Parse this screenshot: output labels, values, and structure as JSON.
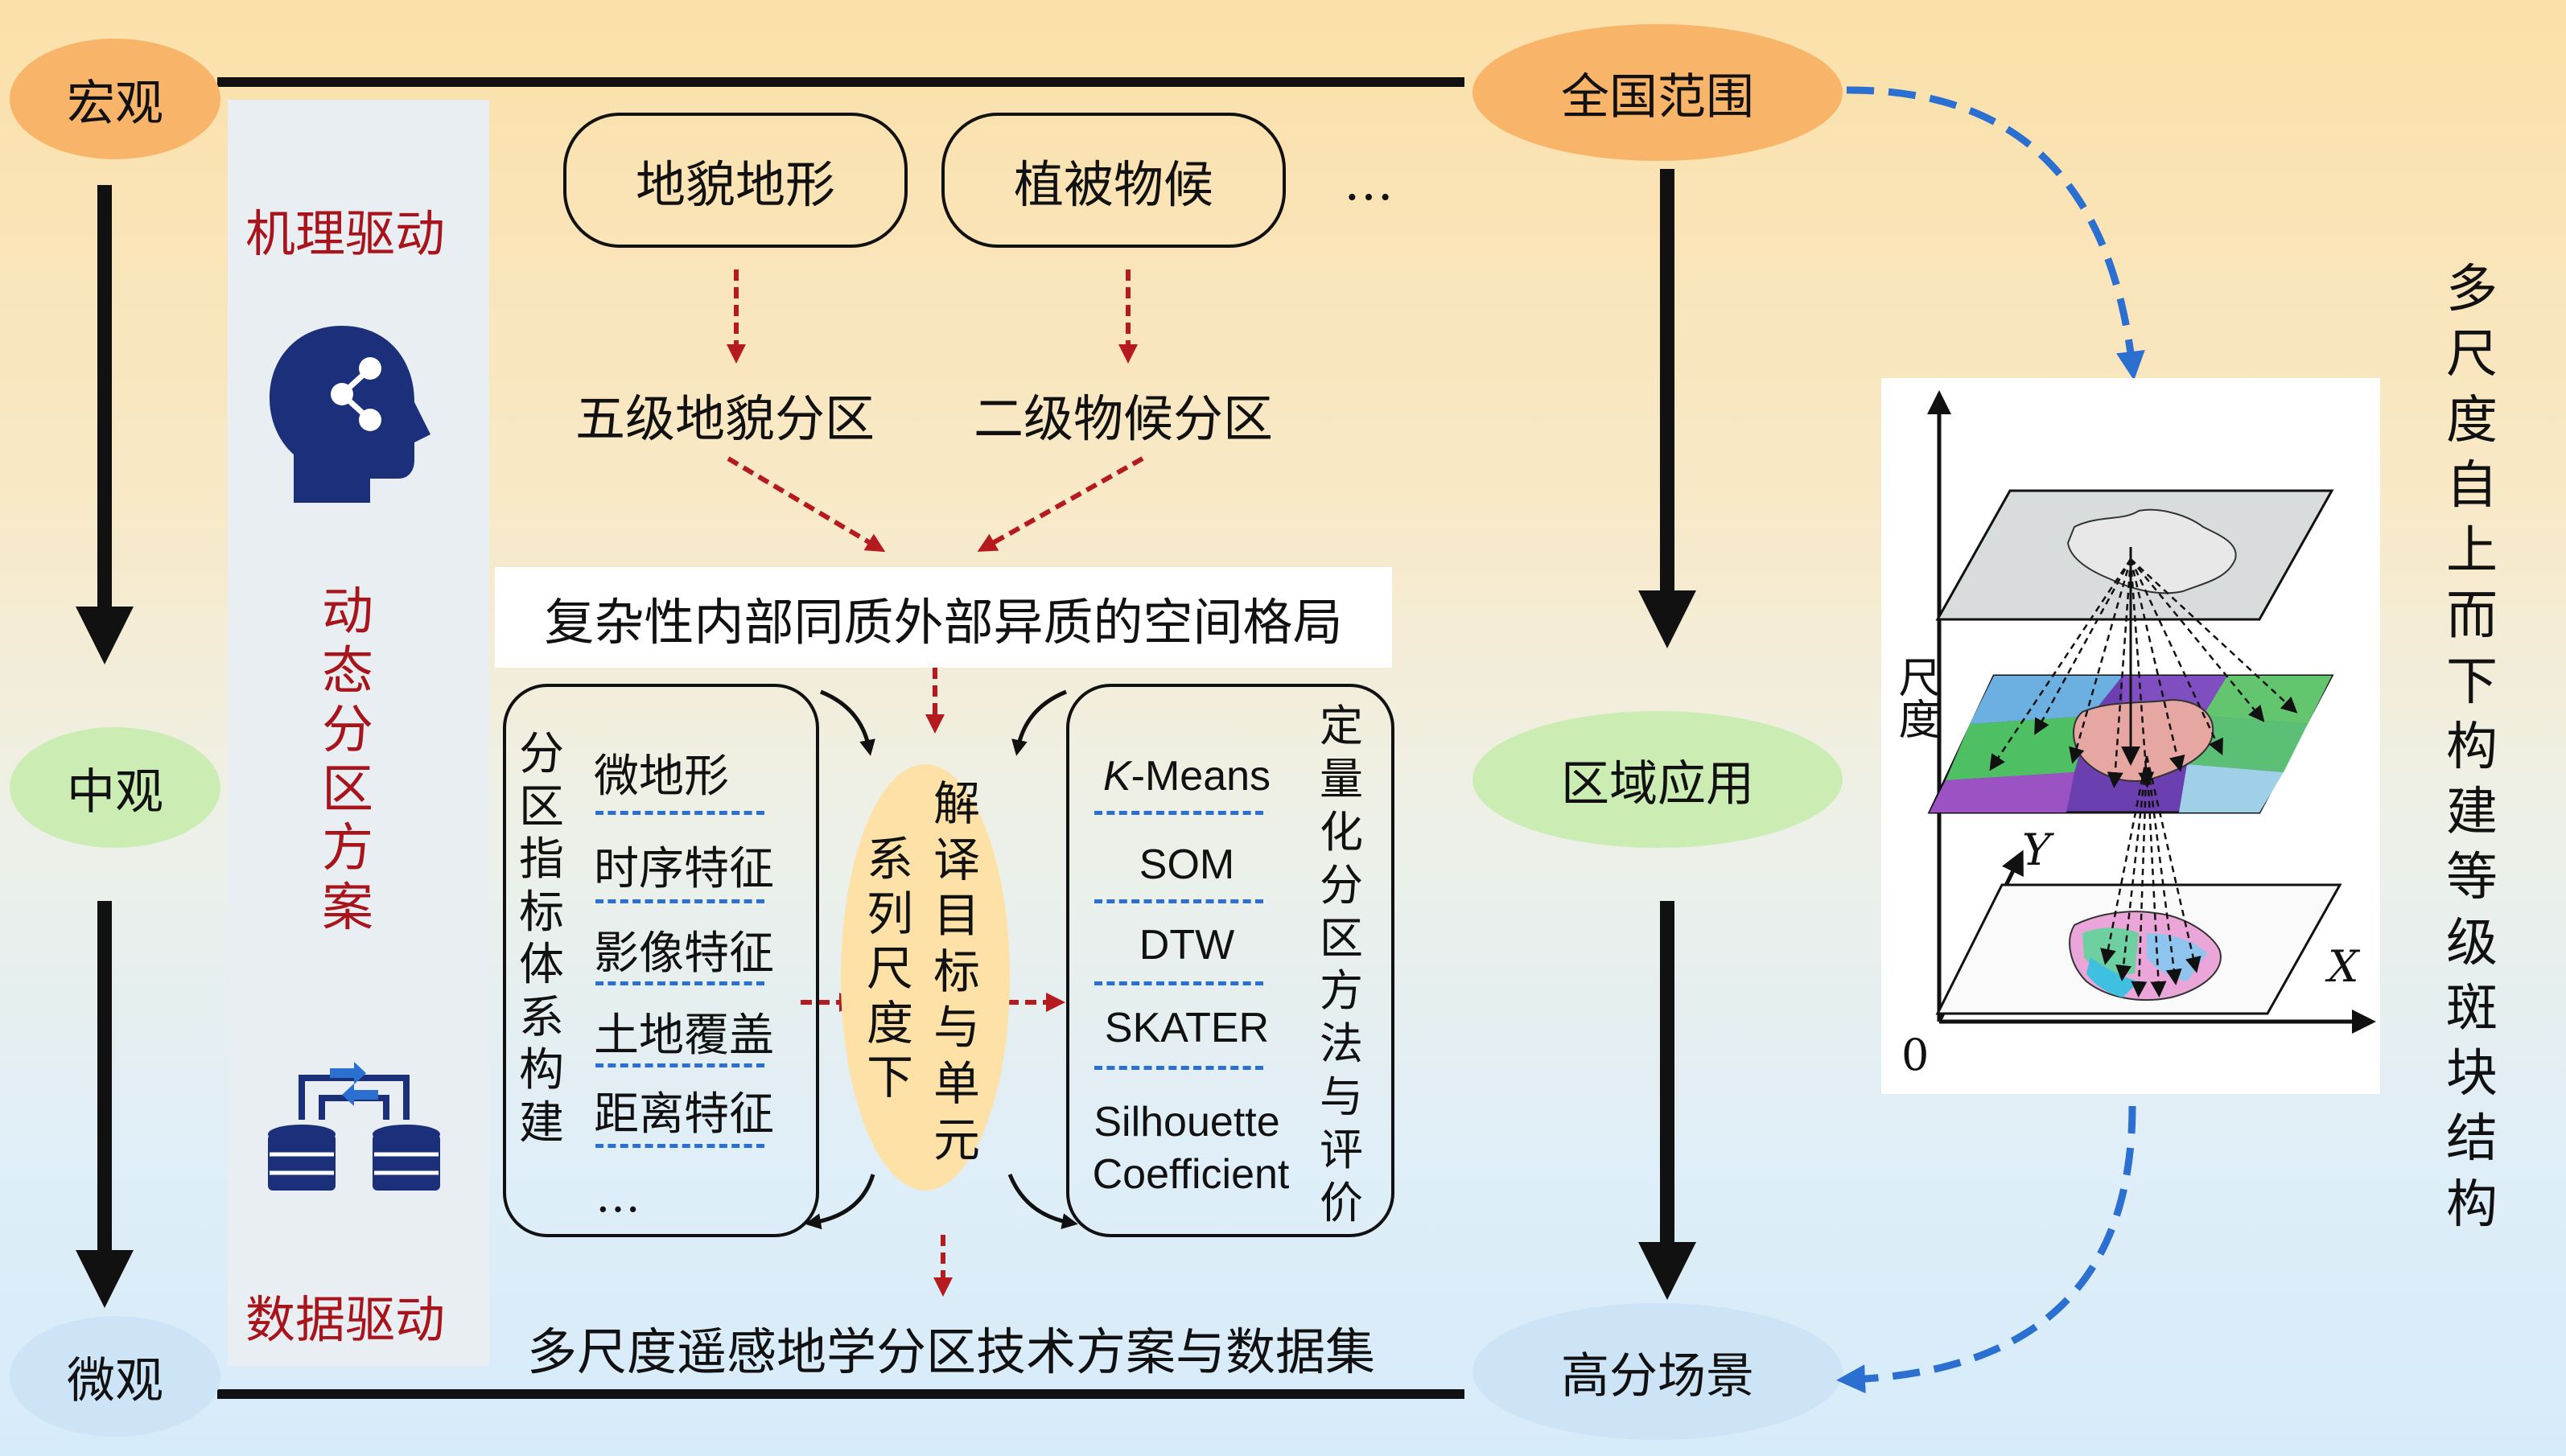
{
  "scales": {
    "macro": "宏观",
    "meso": "中观",
    "micro": "微观"
  },
  "applications": {
    "national": "全国范围",
    "regional": "区域应用",
    "highres": "高分场景"
  },
  "drivers": {
    "mechanism": "机理驱动",
    "data": "数据驱动",
    "dynamic": [
      "动",
      "态",
      "分",
      "区",
      "方",
      "案"
    ]
  },
  "factors": {
    "landform": "地貌地形",
    "vegetation": "植被物候",
    "more": "…"
  },
  "zones": {
    "landform_zone": "五级地貌分区",
    "phenology_zone": "二级物候分区"
  },
  "pattern": "复杂性内部同质外部异质的空间格局",
  "index_system": {
    "title_chars": [
      "分",
      "区",
      "指",
      "标",
      "体",
      "系",
      "构",
      "建"
    ],
    "items": [
      "微地形",
      "时序特征",
      "影像特征",
      "土地覆盖",
      "距离特征",
      "…"
    ]
  },
  "center": {
    "col1": [
      "系",
      "列",
      "尺",
      "度",
      "下"
    ],
    "col2": [
      "解",
      "译",
      "目",
      "标",
      "与",
      "单",
      "元"
    ]
  },
  "methods": {
    "title_chars": [
      "定",
      "量",
      "化",
      "分",
      "区",
      "方",
      "法",
      "与",
      "评",
      "价"
    ],
    "items": [
      "K-Means",
      "SOM",
      "DTW",
      "SKATER",
      "Silhouette",
      "Coefficient"
    ]
  },
  "output": "多尺度遥感地学分区技术方案与数据集",
  "axes": {
    "y_label": "尺度",
    "y_axis": "Y",
    "x_axis": "X",
    "origin": "0"
  },
  "right_vertical": [
    "多",
    "尺",
    "度",
    "自",
    "上",
    "而",
    "下",
    "构",
    "建",
    "等",
    "级",
    "斑",
    "块",
    "结",
    "构"
  ],
  "colors": {
    "orange_ellipse": "#f8b469",
    "green_ellipse": "#cbedb3",
    "blue_ellipse": "#cde4f7",
    "accent_red": "#a8141b",
    "dash_blue": "#2b6fd1",
    "icon_navy": "#1c2f7a"
  }
}
